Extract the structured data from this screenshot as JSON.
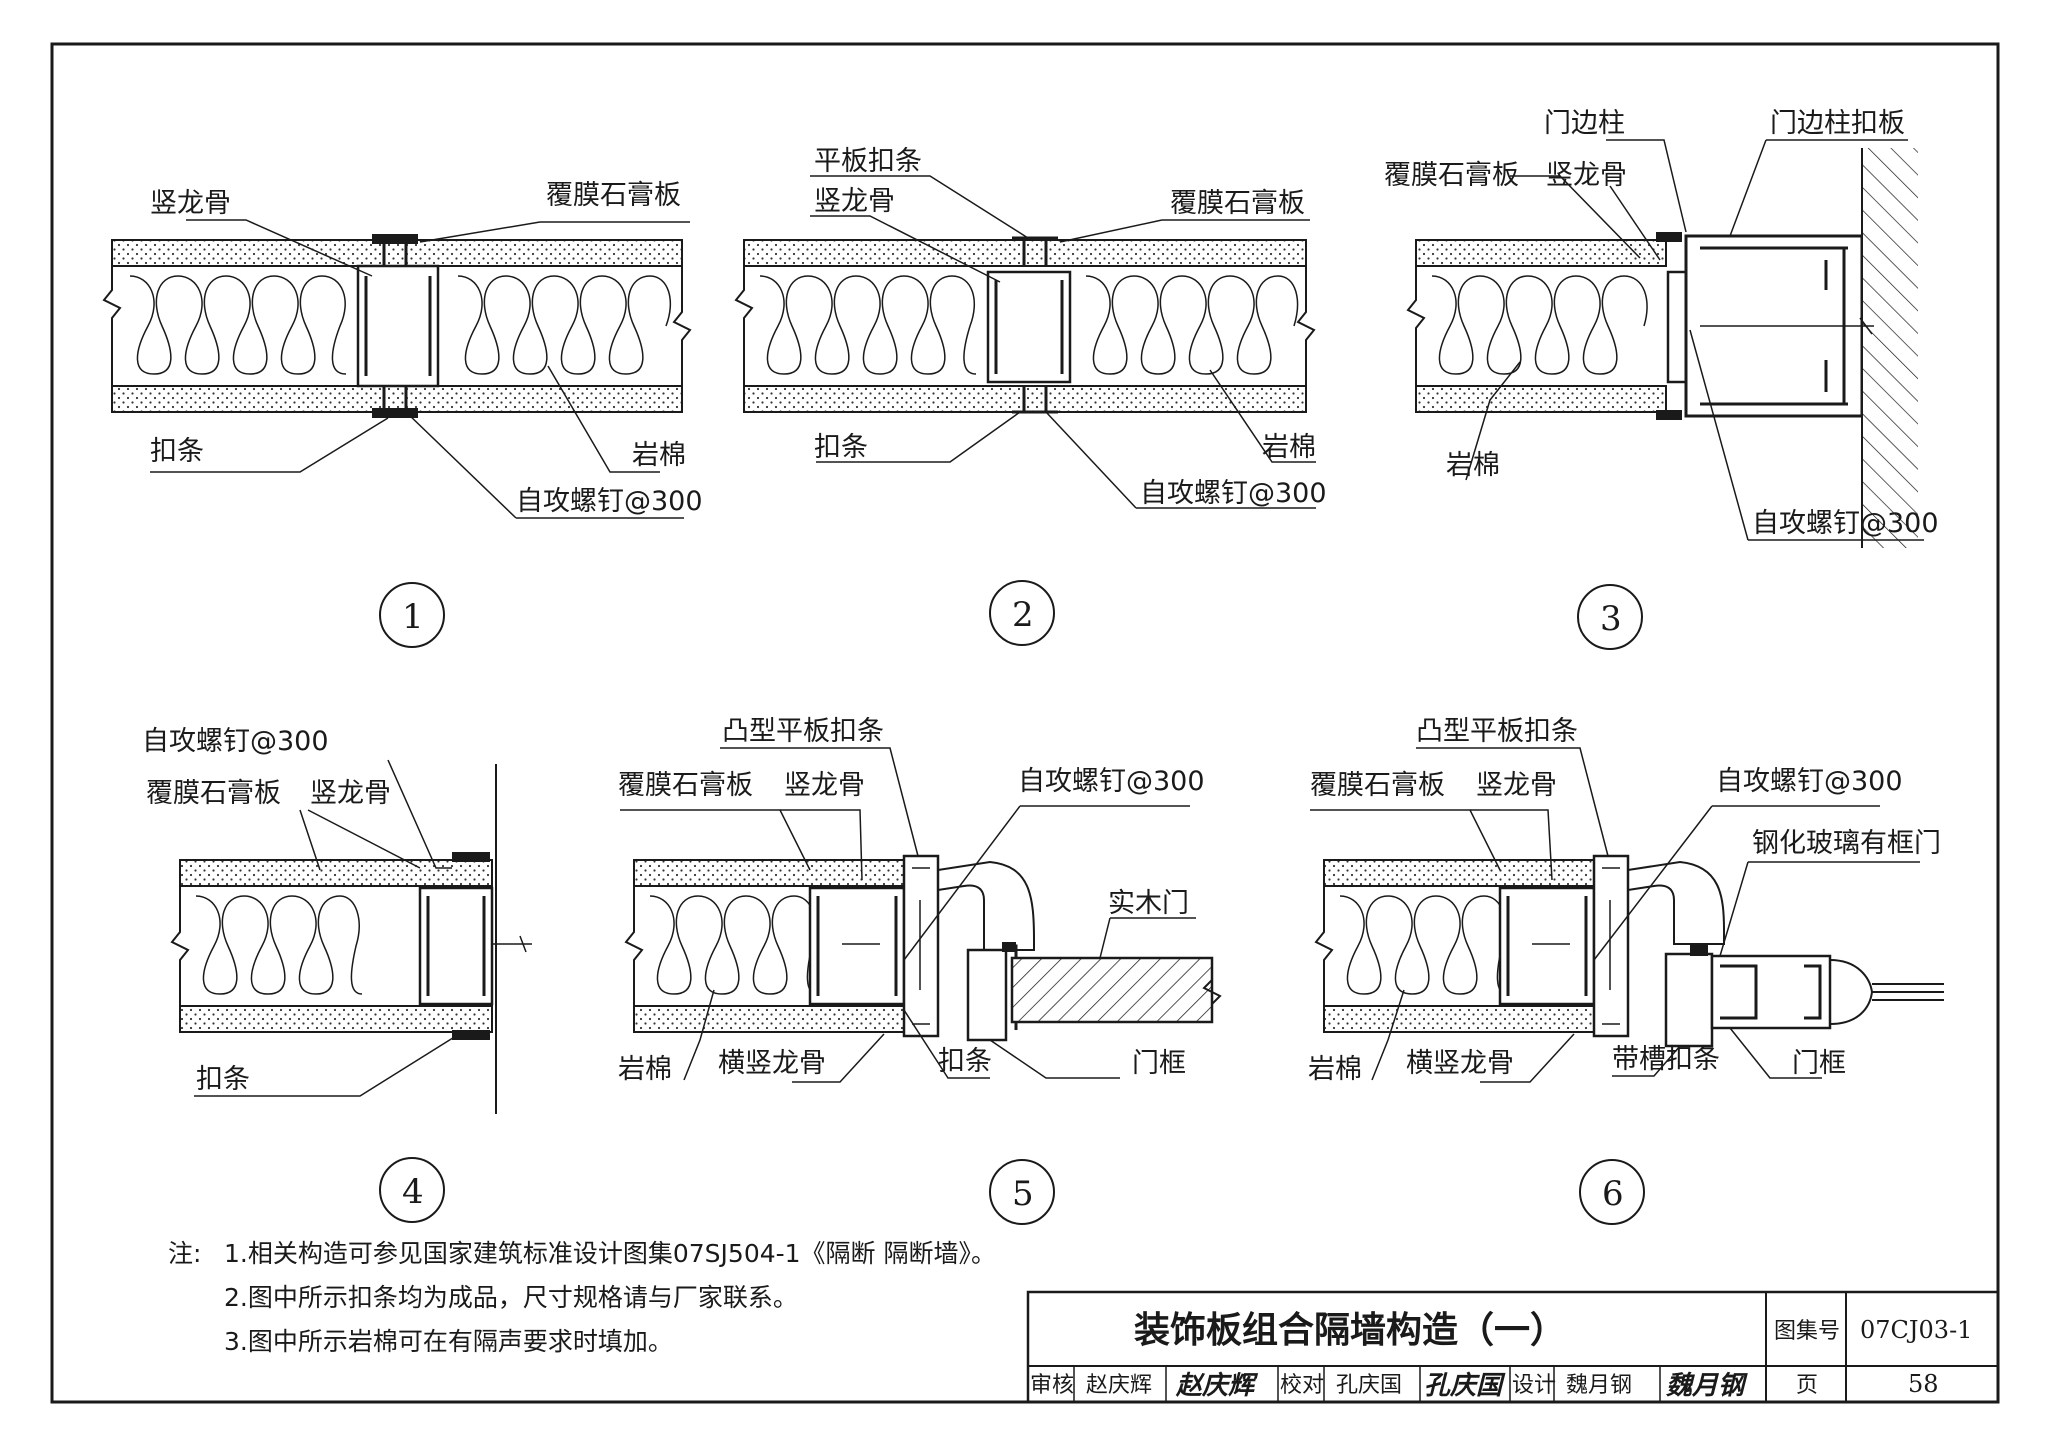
{
  "diagram1": {
    "number": "1",
    "labels": {
      "stud": "竖龙骨",
      "board": "覆膜石膏板",
      "strip": "扣条",
      "wool": "岩棉",
      "screw": "自攻螺钉@300"
    }
  },
  "diagram2": {
    "number": "2",
    "labels": {
      "flat_strip": "平板扣条",
      "stud": "竖龙骨",
      "board": "覆膜石膏板",
      "strip": "扣条",
      "wool": "岩棉",
      "screw": "自攻螺钉@300"
    }
  },
  "diagram3": {
    "number": "3",
    "labels": {
      "door_post": "门边柱",
      "door_post_strip": "门边柱扣板",
      "board": "覆膜石膏板",
      "stud": "竖龙骨",
      "wool": "岩棉",
      "screw": "自攻螺钉@300"
    }
  },
  "diagram4": {
    "number": "4",
    "labels": {
      "screw": "自攻螺钉@300",
      "board": "覆膜石膏板",
      "stud": "竖龙骨",
      "strip": "扣条"
    }
  },
  "diagram5": {
    "number": "5",
    "labels": {
      "convex_strip": "凸型平板扣条",
      "board": "覆膜石膏板",
      "stud": "竖龙骨",
      "screw": "自攻螺钉@300",
      "door": "实木门",
      "wool": "岩棉",
      "cross_stud": "横竖龙骨",
      "strip": "扣条",
      "frame": "门框"
    }
  },
  "diagram6": {
    "number": "6",
    "labels": {
      "convex_strip": "凸型平板扣条",
      "board": "覆膜石膏板",
      "stud": "竖龙骨",
      "screw": "自攻螺钉@300",
      "glass_door": "钢化玻璃有框门",
      "wool": "岩棉",
      "cross_stud": "横竖龙骨",
      "groove_strip": "带槽扣条",
      "frame": "门框"
    }
  },
  "notes": {
    "prefix": "注:",
    "items": [
      "1.相关构造可参见国家建筑标准设计图集07SJ504-1《隔断 隔断墙》。",
      "2.图中所示扣条均为成品，尺寸规格请与厂家联系。",
      "3.图中所示岩棉可在有隔声要求时填加。"
    ]
  },
  "title_block": {
    "title": "装饰板组合隔墙构造（一）",
    "atlas_label": "图集号",
    "atlas_no": "07CJ03-1",
    "review_label": "审核",
    "reviewer": "赵庆辉",
    "reviewer_sig": "赵庆辉",
    "check_label": "校对",
    "checker": "孔庆国",
    "checker_sig": "孔庆国",
    "design_label": "设计",
    "designer": "魏月钢",
    "designer_sig": "魏月钢",
    "page_label": "页",
    "page_no": "58"
  }
}
